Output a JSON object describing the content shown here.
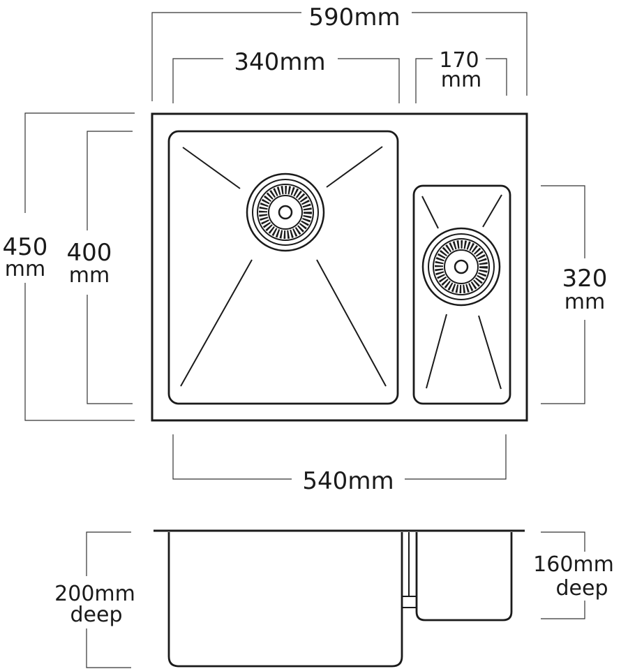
{
  "dimensions": {
    "overall_width": "590mm",
    "large_bowl_width": "340mm",
    "small_bowl_width_value": "170",
    "small_bowl_width_unit": "mm",
    "overall_length_value": "450",
    "overall_length_unit": "mm",
    "large_bowl_length_value": "400",
    "large_bowl_length_unit": "mm",
    "small_bowl_length_value": "320",
    "small_bowl_length_unit": "mm",
    "bowls_combined_width": "540mm",
    "large_bowl_depth_value": "200mm",
    "large_bowl_depth_unit": "deep",
    "small_bowl_depth_value": "160mm",
    "small_bowl_depth_unit": "deep"
  },
  "colors": {
    "line": "#1a1a1a",
    "dimension_line": "#333333",
    "background": "#ffffff"
  }
}
